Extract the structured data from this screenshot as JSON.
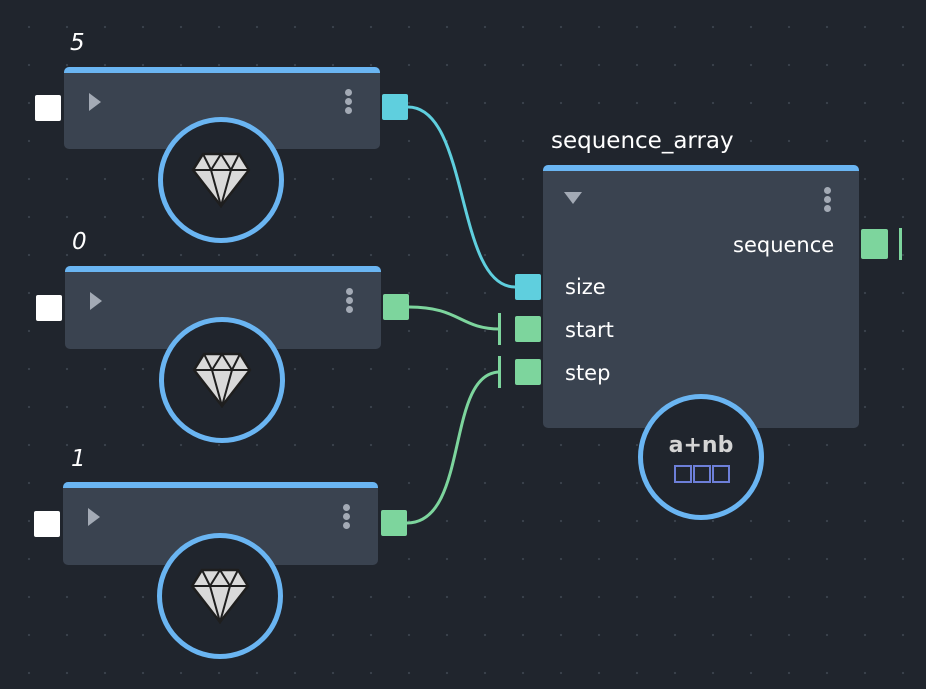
{
  "value_nodes": [
    {
      "title": "5",
      "icon": "diamond-icon",
      "output_color": "#5fcfde"
    },
    {
      "title": "0",
      "icon": "diamond-icon",
      "output_color": "#7dd59d"
    },
    {
      "title": "1",
      "icon": "diamond-icon",
      "output_color": "#7dd59d"
    }
  ],
  "sequence_node": {
    "title": "sequence_array",
    "output_label": "sequence",
    "inputs": [
      "size",
      "start",
      "step"
    ],
    "icon": "sequence-formula-icon",
    "icon_text": "a+nb"
  },
  "colors": {
    "background": "#20252d",
    "node_body": "#3a4350",
    "node_header": "#6ab5f2",
    "int_port": "#5fcfde",
    "float_port": "#7dd59d"
  }
}
